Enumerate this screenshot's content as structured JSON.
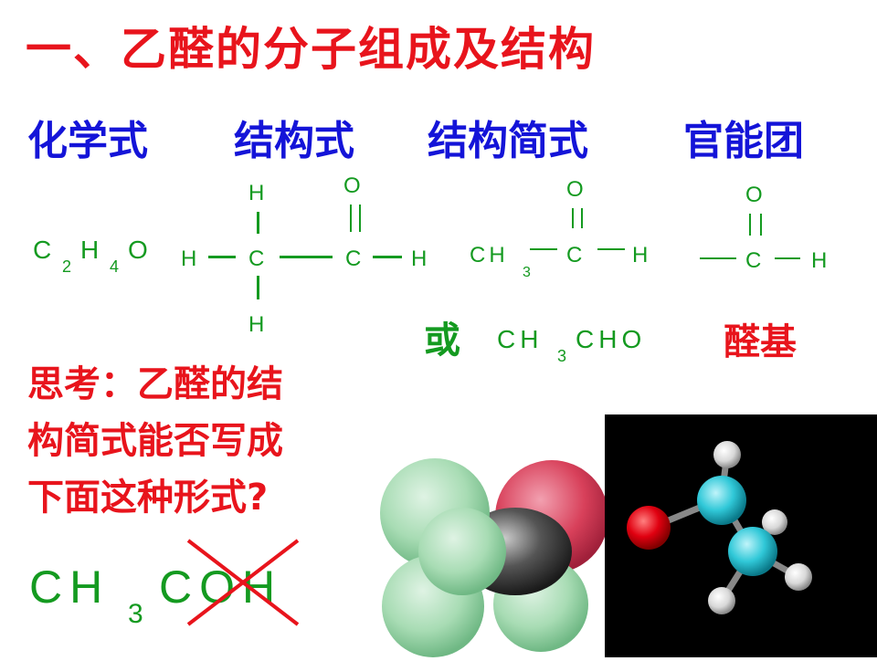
{
  "title": "一、乙醛的分子组成及结构",
  "headings": {
    "molecular_formula": "化学式",
    "structural_formula": "结构式",
    "condensed_formula": "结构简式",
    "functional_group": "官能团"
  },
  "molecular_formula": {
    "c": "C",
    "c_sub": "2",
    "h": "H",
    "h_sub": "4",
    "o": "O"
  },
  "atoms": {
    "H": "H",
    "C": "C",
    "O": "O"
  },
  "condensed": {
    "ch": "CH",
    "sub3": "3",
    "c": "C",
    "h": "H"
  },
  "or_label": "或",
  "alt_condensed": {
    "ch": "CH",
    "sub3": "3",
    "cho": "CHO"
  },
  "group_name": "醛基",
  "question": {
    "line1": "思考：乙醛的结",
    "line2": "构简式能否写成",
    "line3": "下面这种形式?"
  },
  "wrong_formula": {
    "ch": "CH",
    "sub3": "3",
    "coh": "COH"
  },
  "colors": {
    "title_red": "#e8141c",
    "heading_blue": "#1414d8",
    "formula_green": "#149a20",
    "atom_hydrogen_model": "#a8dcb4",
    "atom_oxygen_model": "#d8405a",
    "atom_carbon_ball": "#30c8d8",
    "atom_oxygen_ball": "#e00010"
  }
}
